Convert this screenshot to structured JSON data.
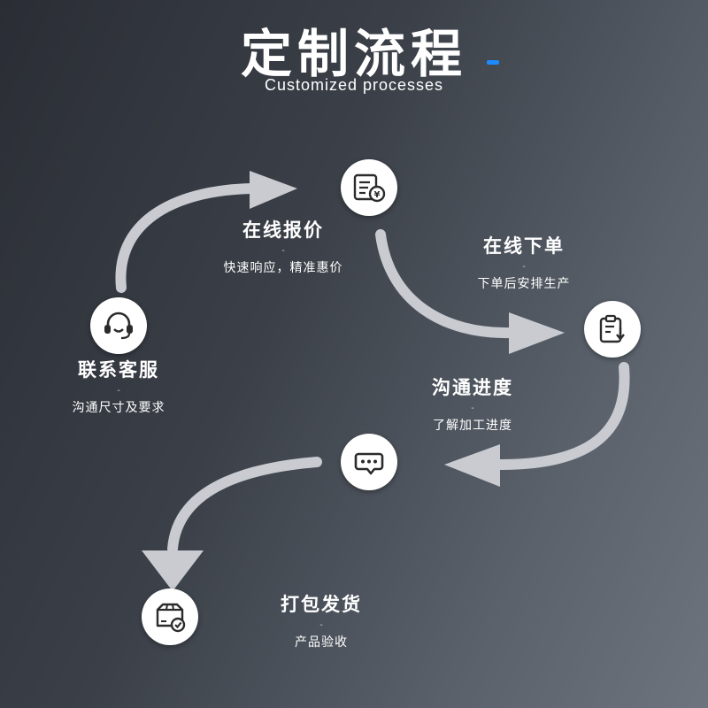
{
  "header": {
    "title": "定制流程",
    "subtitle": "Customized processes"
  },
  "steps": [
    {
      "title": "在线报价",
      "divider": "-",
      "desc": "快速响应，精准惠价",
      "icon": "invoice-yen-icon"
    },
    {
      "title": "在线下单",
      "divider": "-",
      "desc": "下单后安排生产",
      "icon": "clipboard-download-icon"
    },
    {
      "title": "联系客服",
      "divider": "-",
      "desc": "沟通尺寸及要求",
      "icon": "headset-icon"
    },
    {
      "title": "沟通进度",
      "divider": "-",
      "desc": "了解加工进度",
      "icon": "chat-bubbles-icon"
    },
    {
      "title": "打包发货",
      "divider": "-",
      "desc": "产品验收",
      "icon": "package-check-icon"
    }
  ],
  "colors": {
    "arrow": "#c9cbd1",
    "accent": "#1a8cff",
    "icon": "#2b2b2b"
  }
}
